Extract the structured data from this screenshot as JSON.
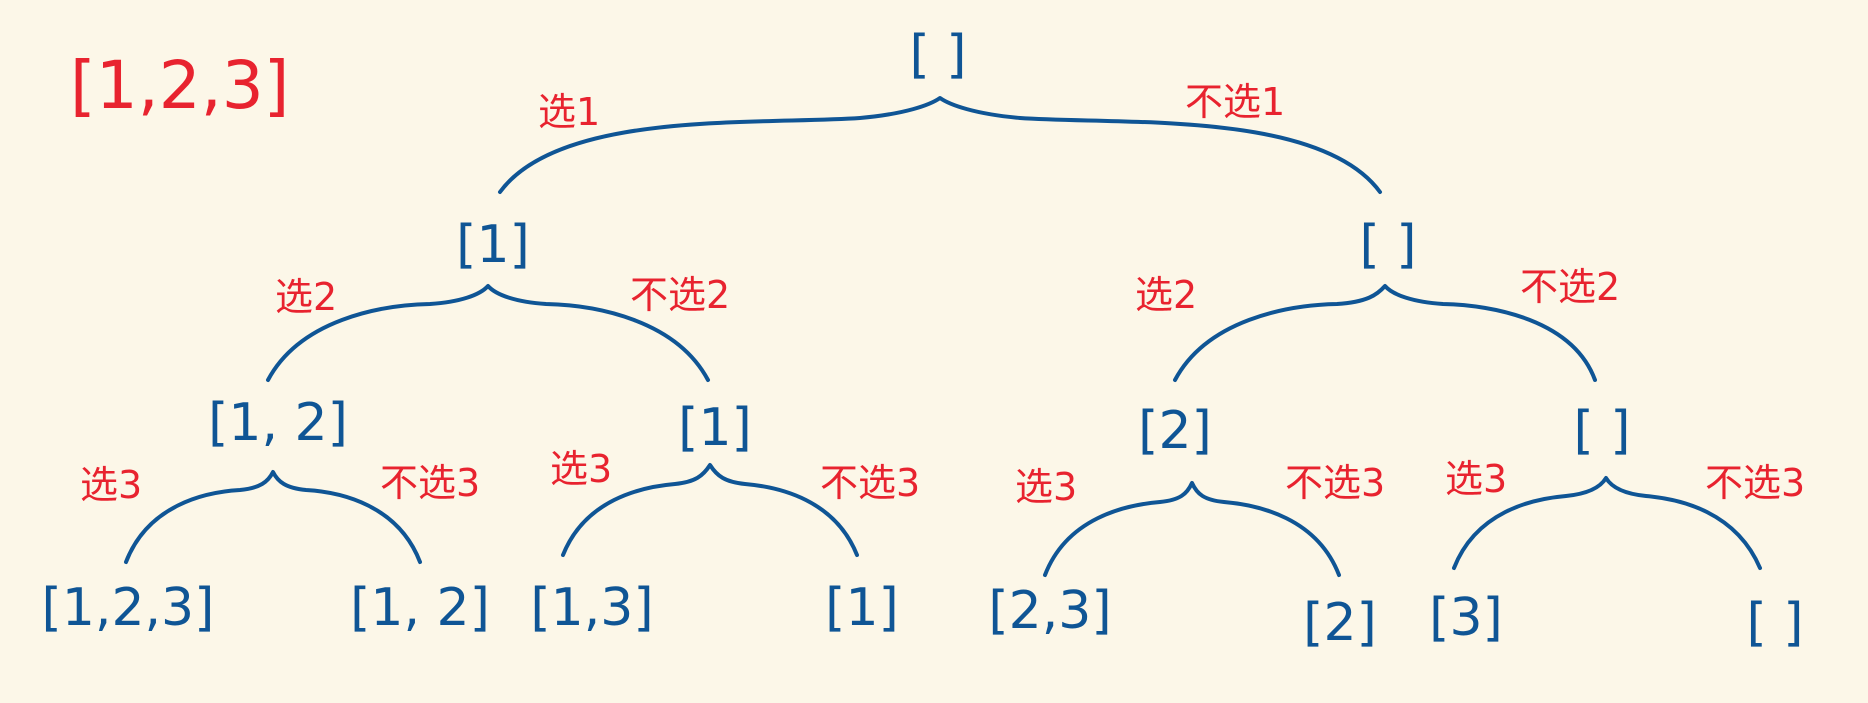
{
  "input_label": "[1,2,3]",
  "colors": {
    "background": "#fcf7e8",
    "node": "#0f5595",
    "edge_label": "#e8232f"
  },
  "nodes": [
    {
      "id": "root",
      "label": "[ ]"
    },
    {
      "id": "l1-take",
      "label": "[1]"
    },
    {
      "id": "l1-skip",
      "label": "[ ]"
    },
    {
      "id": "l2-take-take",
      "label": "[1, 2]"
    },
    {
      "id": "l2-take-skip",
      "label": "[1]"
    },
    {
      "id": "l2-skip-take",
      "label": "[2]"
    },
    {
      "id": "l2-skip-skip",
      "label": "[ ]"
    },
    {
      "id": "leaf-1",
      "label": "[1,2,3]"
    },
    {
      "id": "leaf-2",
      "label": "[1, 2]"
    },
    {
      "id": "leaf-3",
      "label": "[1,3]"
    },
    {
      "id": "leaf-4",
      "label": "[1]"
    },
    {
      "id": "leaf-5",
      "label": "[2,3]"
    },
    {
      "id": "leaf-6",
      "label": "[2]"
    },
    {
      "id": "leaf-7",
      "label": "[3]"
    },
    {
      "id": "leaf-8",
      "label": "[ ]"
    }
  ],
  "edge_labels": [
    {
      "id": "root-take",
      "label": "选1"
    },
    {
      "id": "root-skip",
      "label": "不选1"
    },
    {
      "id": "a-take",
      "label": "选2"
    },
    {
      "id": "a-skip",
      "label": "不选2"
    },
    {
      "id": "b-take",
      "label": "选2"
    },
    {
      "id": "b-skip",
      "label": "不选2"
    },
    {
      "id": "c-take",
      "label": "选3"
    },
    {
      "id": "c-skip",
      "label": "不选3"
    },
    {
      "id": "d-take",
      "label": "选3"
    },
    {
      "id": "d-skip",
      "label": "不选3"
    },
    {
      "id": "e-take",
      "label": "选3"
    },
    {
      "id": "e-skip",
      "label": "不选3"
    },
    {
      "id": "f-take",
      "label": "选3"
    },
    {
      "id": "f-skip",
      "label": "不选3"
    }
  ]
}
